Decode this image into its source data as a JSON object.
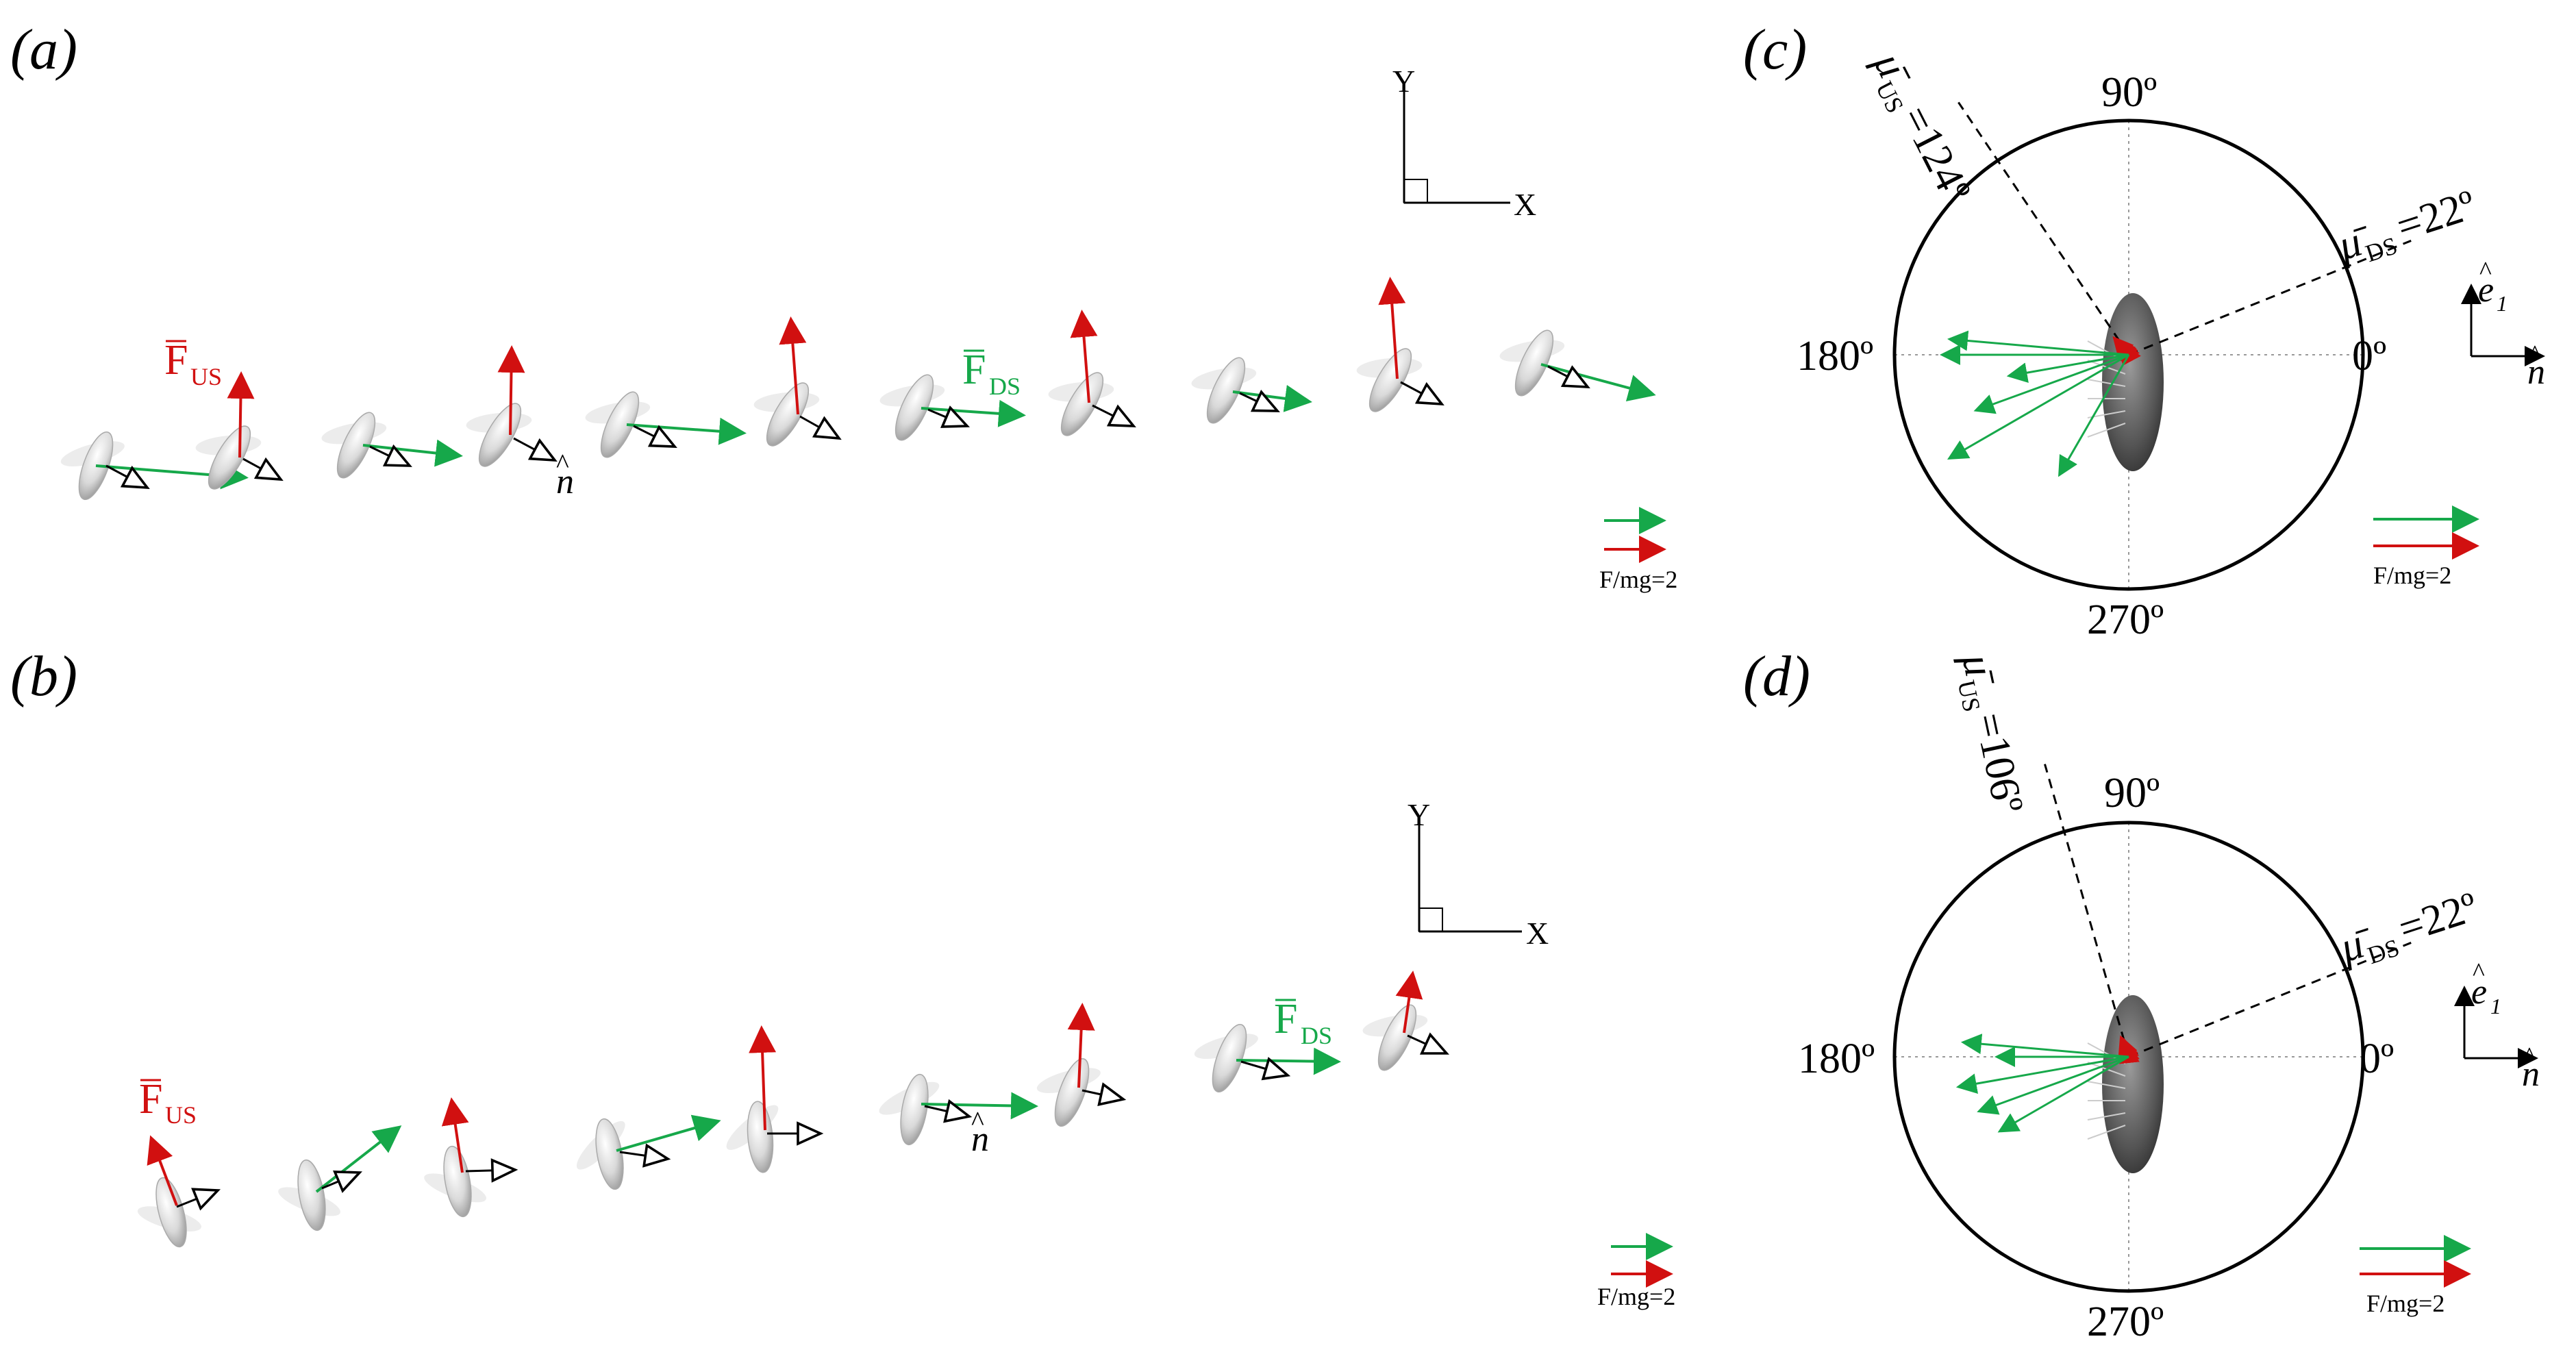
{
  "panels": [
    {
      "id": "a",
      "label": "(a)"
    },
    {
      "id": "b",
      "label": "(b)"
    },
    {
      "id": "c",
      "label": "(c)"
    },
    {
      "id": "d",
      "label": "(d)"
    }
  ],
  "axes": {
    "x": "X",
    "y": "Y"
  },
  "forces": {
    "upstroke": {
      "symbol": "F",
      "subscript": "US",
      "color": "#d11010"
    },
    "downstroke": {
      "symbol": "F",
      "subscript": "DS",
      "color": "#16a84a"
    }
  },
  "normal_label": "n",
  "scale_label": "F/mg=2",
  "polar": {
    "angles": {
      "a0": "0º",
      "a90": "90º",
      "a180": "180º",
      "a270": "270º"
    },
    "e_label": "e",
    "e_subscript": "1",
    "c": {
      "mu_us": "=124º",
      "mu_ds": "=22º",
      "mu_us_value": 124,
      "mu_ds_value": 22
    },
    "d": {
      "mu_us": "=106º",
      "mu_ds": "=22º",
      "mu_us_value": 106,
      "mu_ds_value": 22
    }
  },
  "colors": {
    "red": "#d11010",
    "green": "#16a84a",
    "black": "#000000"
  }
}
